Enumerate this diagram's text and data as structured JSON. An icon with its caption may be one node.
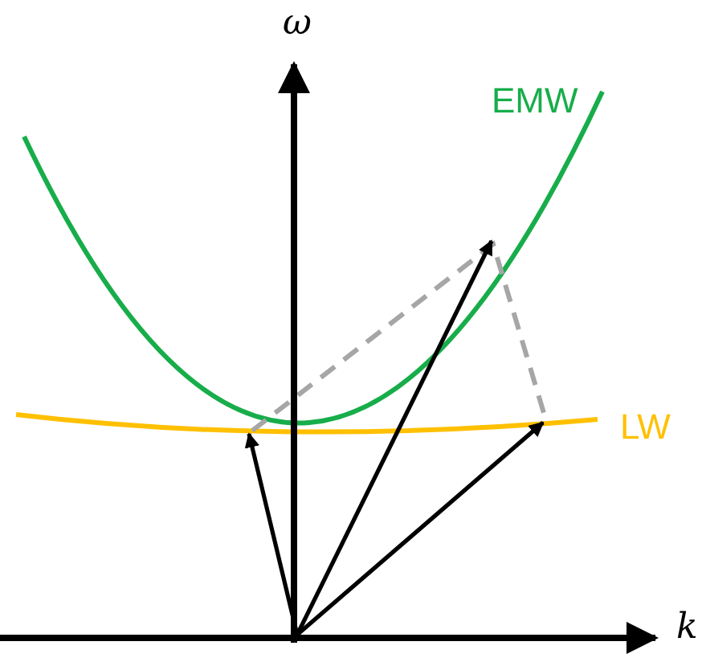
{
  "diagram": {
    "labels": [
      "ω",
      "EMW",
      "LW",
      "k"
    ]
  }
}
